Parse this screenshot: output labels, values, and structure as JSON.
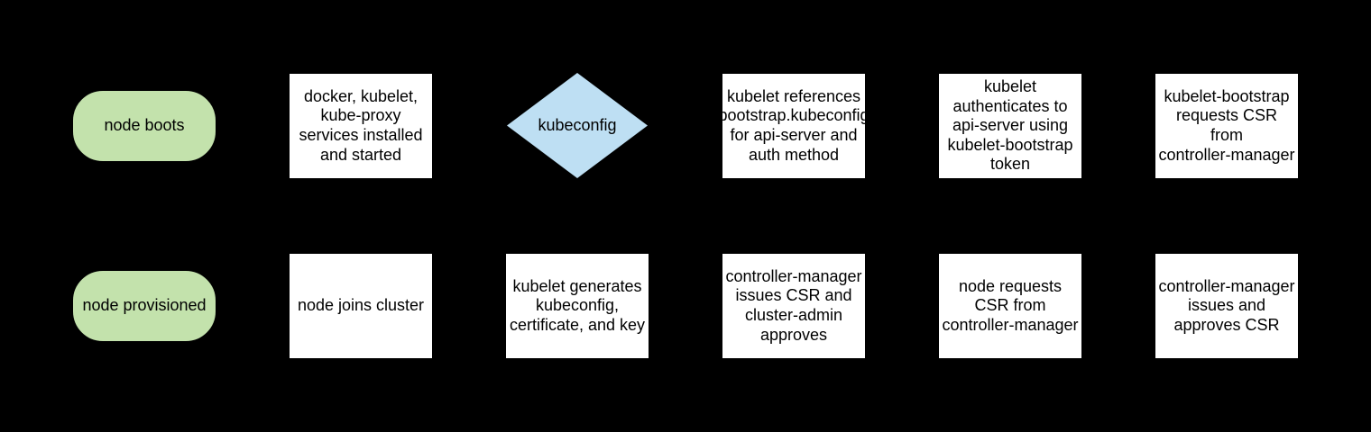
{
  "colors": {
    "background": "#000000",
    "process_fill": "#ffffff",
    "terminator_fill": "#c3e2ac",
    "decision_fill": "#bedff3",
    "text": "#000000"
  },
  "diagram_type": "flowchart",
  "nodes": [
    {
      "id": "node-boots",
      "shape": "terminator",
      "label": "node boots"
    },
    {
      "id": "services-installed",
      "shape": "process",
      "label": "docker, kubelet,\nkube-proxy\nservices installed\nand started"
    },
    {
      "id": "kubeconfig-decision",
      "shape": "decision",
      "label": "kubeconfig"
    },
    {
      "id": "kubelet-references-bootstrap",
      "shape": "process",
      "label": "kubelet references\nbootstrap.kubeconfig\nfor api-server and\nauth method"
    },
    {
      "id": "kubelet-authenticates",
      "shape": "process",
      "label": "kubelet\nauthenticates to\napi-server using\nkubelet-bootstrap\ntoken"
    },
    {
      "id": "kubelet-bootstrap-requests-csr",
      "shape": "process",
      "label": "kubelet-bootstrap\nrequests CSR\nfrom\ncontroller-manager"
    },
    {
      "id": "node-provisioned",
      "shape": "terminator",
      "label": "node provisioned"
    },
    {
      "id": "node-joins-cluster",
      "shape": "process",
      "label": "node joins cluster"
    },
    {
      "id": "kubelet-generates",
      "shape": "process",
      "label": "kubelet generates\nkubeconfig,\ncertificate, and key"
    },
    {
      "id": "cm-issues-csr-admin-approves",
      "shape": "process",
      "label": "controller-manager\nissues CSR and\ncluster-admin\napproves"
    },
    {
      "id": "node-requests-csr",
      "shape": "process",
      "label": "node requests\nCSR from\ncontroller-manager"
    },
    {
      "id": "cm-issues-and-approves-csr",
      "shape": "process",
      "label": "controller-manager\nissues and\napproves CSR"
    }
  ]
}
